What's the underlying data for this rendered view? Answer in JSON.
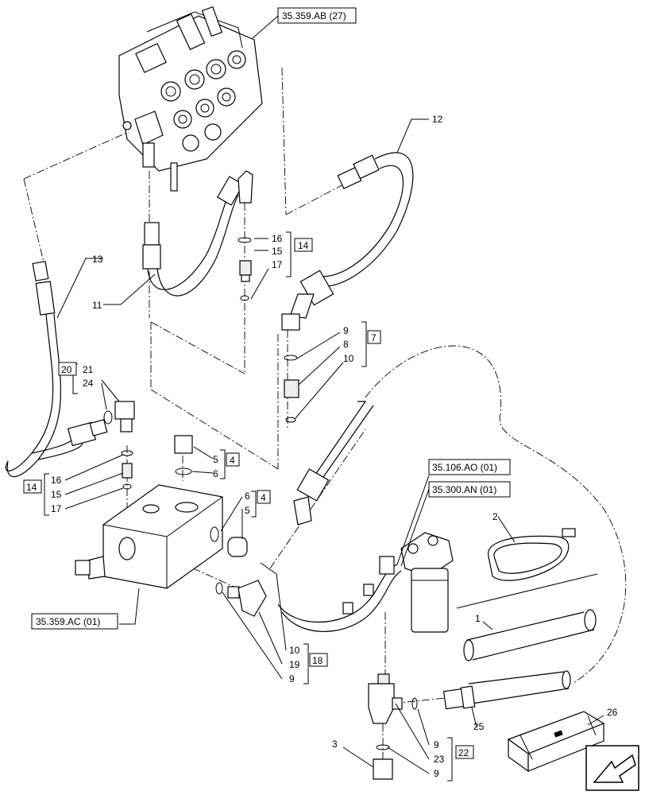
{
  "refs": {
    "valve_top": "35.359.AB (27)",
    "valve_block": "35.359.AC (01)",
    "filter_a": "35.106.AO (01)",
    "filter_b": "35.300.AN (01)"
  },
  "items": {
    "n1": "1",
    "n2": "2",
    "n3": "3",
    "n4a": "4",
    "n4b": "4",
    "n5a": "5",
    "n5b": "5",
    "n6a": "6",
    "n6b": "6",
    "n7": "7",
    "n8": "8",
    "n9a": "9",
    "n9b": "9",
    "n9c": "9",
    "n9d": "9",
    "n10a": "10",
    "n10b": "10",
    "n11": "11",
    "n12": "12",
    "n13": "13",
    "n14a": "14",
    "n14b": "14",
    "n15a": "15",
    "n15b": "15",
    "n16a": "16",
    "n16b": "16",
    "n17a": "17",
    "n17b": "17",
    "n18": "18",
    "n19": "19",
    "n20": "20",
    "n21": "21",
    "n22": "22",
    "n23": "23",
    "n24": "24",
    "n25": "25",
    "n26": "26"
  },
  "icons": [
    "navigation-arrow-icon"
  ]
}
